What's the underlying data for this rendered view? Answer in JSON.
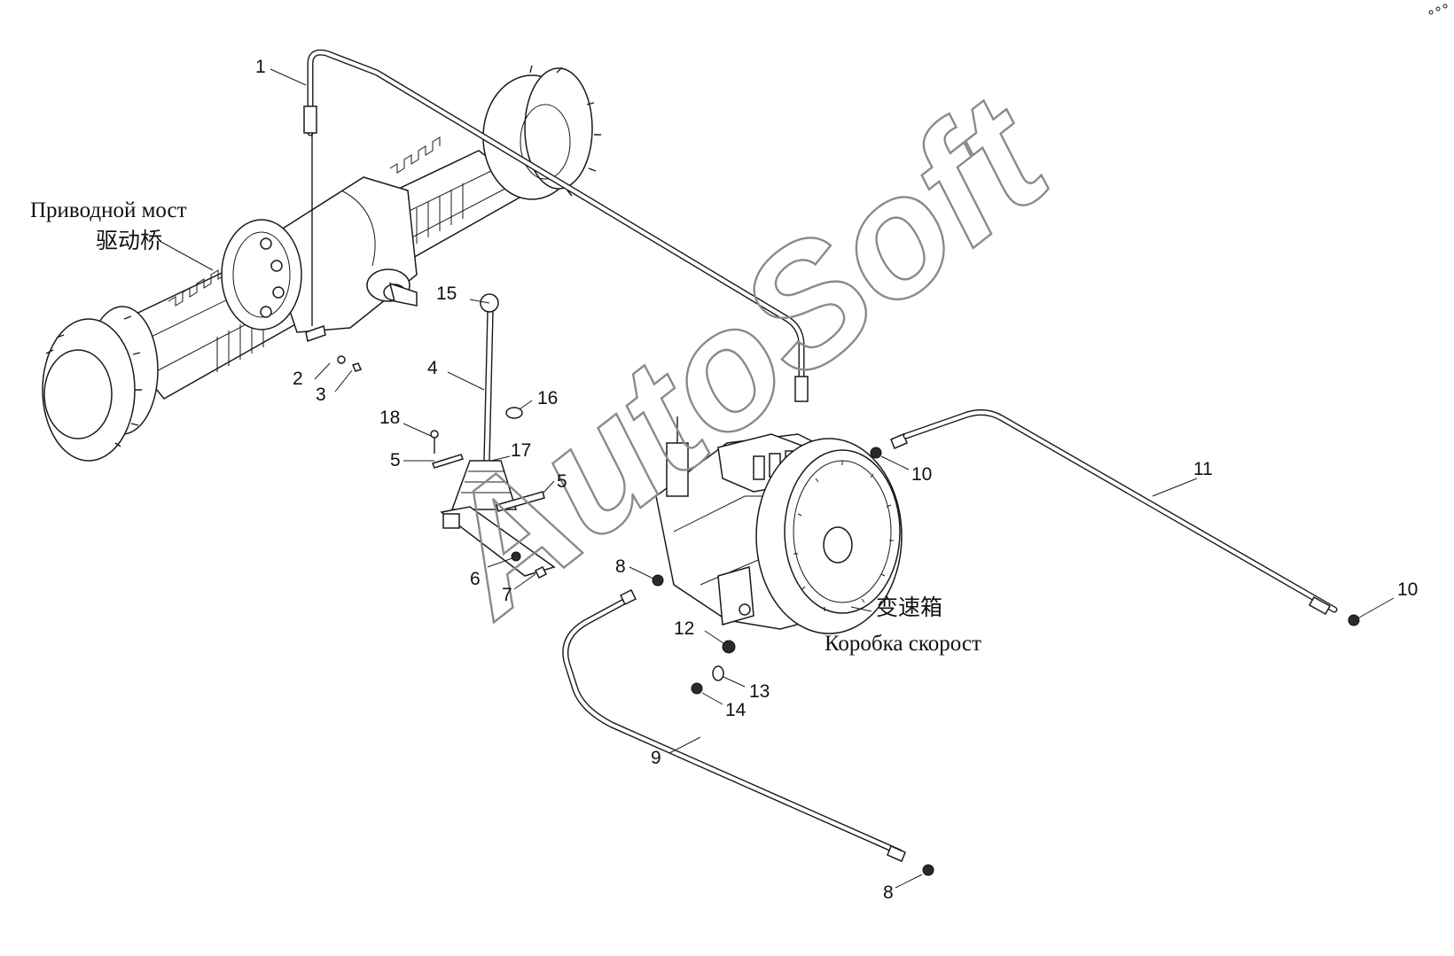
{
  "labels": {
    "axle_ru": "Приводной мост",
    "axle_cn": "驱动桥",
    "gearbox_cn": "变速箱",
    "gearbox_ru": "Коробка скорост",
    "watermark": "AutoSoft"
  },
  "callouts": {
    "p1": "1",
    "p2": "2",
    "p3": "3",
    "p4": "4",
    "p5a": "5",
    "p5b": "5",
    "p6": "6",
    "p7": "7",
    "p8a": "8",
    "p8b": "8",
    "p9": "9",
    "p10a": "10",
    "p10b": "10",
    "p11": "11",
    "p12": "12",
    "p13": "13",
    "p14": "14",
    "p15": "15",
    "p16": "16",
    "p17": "17",
    "p18": "18"
  }
}
